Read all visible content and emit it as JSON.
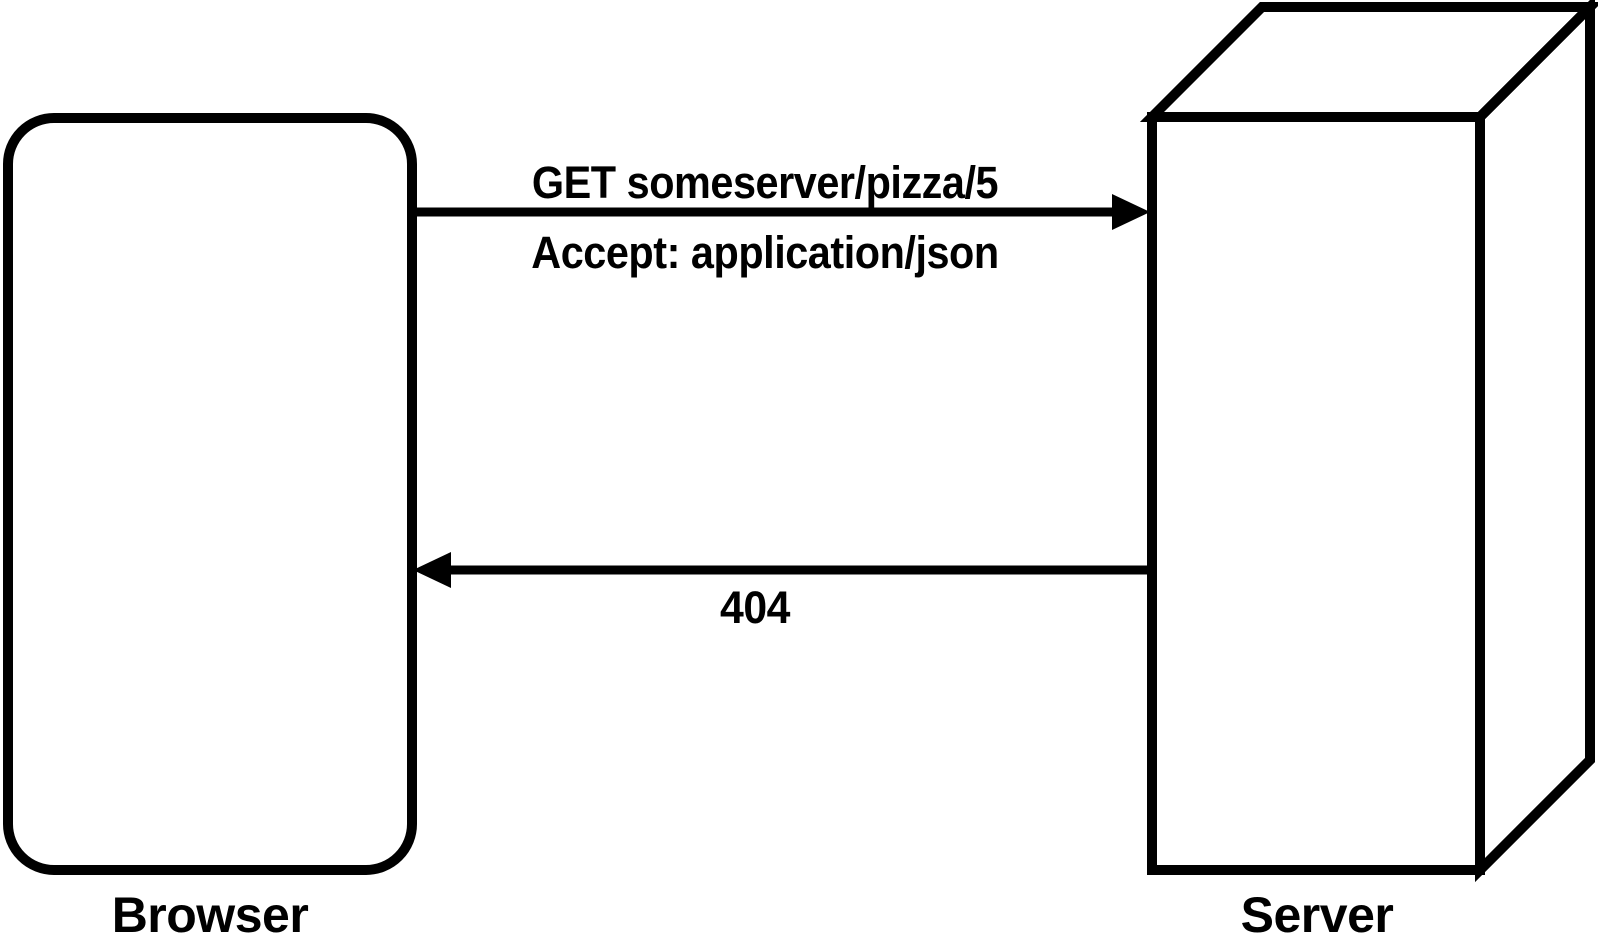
{
  "diagram": {
    "title": "HTTP request/response between browser and server",
    "background_color": "#ffffff",
    "stroke_color": "#000000",
    "nodes": [
      {
        "id": "browser",
        "label": "Browser",
        "shape": "rounded-rectangle"
      },
      {
        "id": "server",
        "label": "Server",
        "shape": "3d-box"
      }
    ],
    "messages": {
      "request": {
        "direction": "browser-to-server",
        "line_1": "GET someserver/pizza/5",
        "line_2": "Accept: application/json"
      },
      "response": {
        "direction": "server-to-browser",
        "label": "404"
      }
    }
  }
}
